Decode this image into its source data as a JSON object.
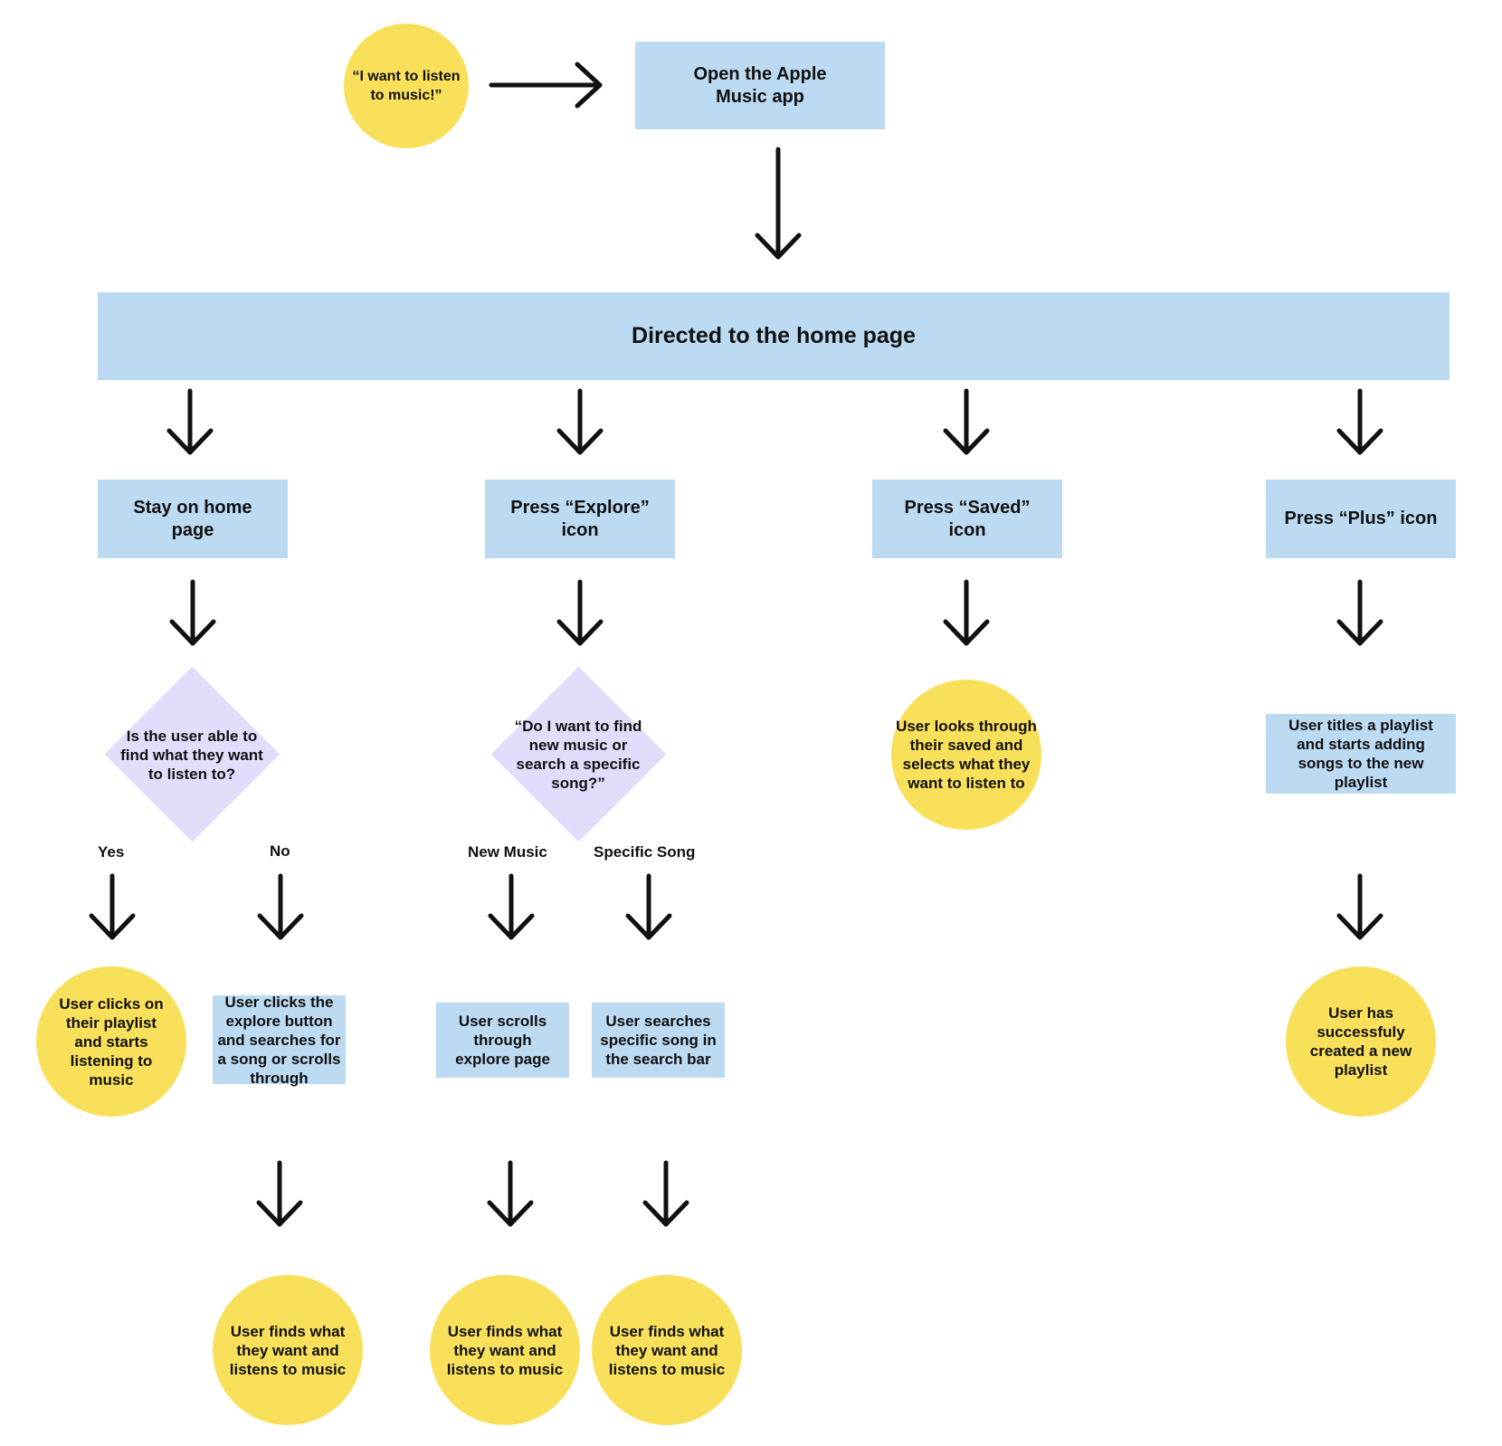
{
  "colors": {
    "rect": "#bcdaf1",
    "circle": "#f9e05a",
    "diamond": "#e4dcfb",
    "arrow": "#111111"
  },
  "nodes": {
    "start": "“I want to listen to music!”",
    "open_app": "Open the Apple Music app",
    "home": "Directed to the home page",
    "stay_home": "Stay on home page",
    "press_explore": "Press “Explore” icon",
    "press_saved": "Press “Saved” icon",
    "press_plus": "Press “Plus” icon",
    "q_find": "Is the user able to find what they want to listen to?",
    "q_new": "“Do I want to find new music or search a specific song?”",
    "saved_browse": "User looks through their saved and selects what they want to listen to",
    "plus_titles": "User titles a playlist and starts adding songs to the new playlist",
    "yes_result": "User clicks on their playlist and starts listening to music",
    "no_result": "User clicks the explore button and searches for a song or scrolls through",
    "scroll_explore": "User scrolls through explore page",
    "search_song": "User searches specific song in the search bar",
    "plus_done": "User has successfuly created a new playlist",
    "final_no": "User finds what they want and listens to music",
    "final_new": "User finds what they want and listens to music",
    "final_specific": "User finds what they want and listens to music"
  },
  "labels": {
    "yes": "Yes",
    "no": "No",
    "new_music": "New Music",
    "specific_song": "Specific Song"
  }
}
